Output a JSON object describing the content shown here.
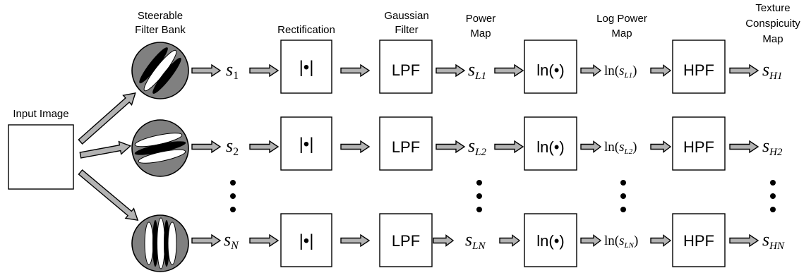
{
  "headers": {
    "filter_bank": [
      "Steerable",
      "Filter Bank"
    ],
    "rectification": [
      "Rectification"
    ],
    "gaussian": [
      "Gaussian",
      "Filter"
    ],
    "power_map": [
      "Power",
      "Map"
    ],
    "log_power_map": [
      "Log Power",
      "Map"
    ],
    "texture_map": [
      "Texture",
      "Conspicuity",
      "Map"
    ]
  },
  "input_label": "Input Image",
  "blocks": {
    "rectification": "|•|",
    "lpf": "LPF",
    "log": "ln(•)",
    "hpf": "HPF"
  },
  "rows": [
    {
      "s": "s",
      "s_sub": "1",
      "sl": "s",
      "sl_sub": "L1",
      "ln_fn": "ln(",
      "ln_s": "s",
      "ln_sub": "L1",
      "ln_close": ")",
      "sh": "s",
      "sh_sub": "H1"
    },
    {
      "s": "s",
      "s_sub": "2",
      "sl": "s",
      "sl_sub": "L2",
      "ln_fn": "ln(",
      "ln_s": "s",
      "ln_sub": "L2",
      "ln_close": ")",
      "sh": "s",
      "sh_sub": "H2"
    },
    {
      "s": "s",
      "s_sub": "N",
      "sl": "s",
      "sl_sub": "LN",
      "ln_fn": "ln(",
      "ln_s": "s",
      "ln_sub": "LN",
      "ln_close": ")",
      "sh": "s",
      "sh_sub": "HN"
    }
  ],
  "colors": {
    "arrow_fill": "#b3b3b3",
    "filter_disc": "#808080",
    "stroke": "#000000"
  }
}
